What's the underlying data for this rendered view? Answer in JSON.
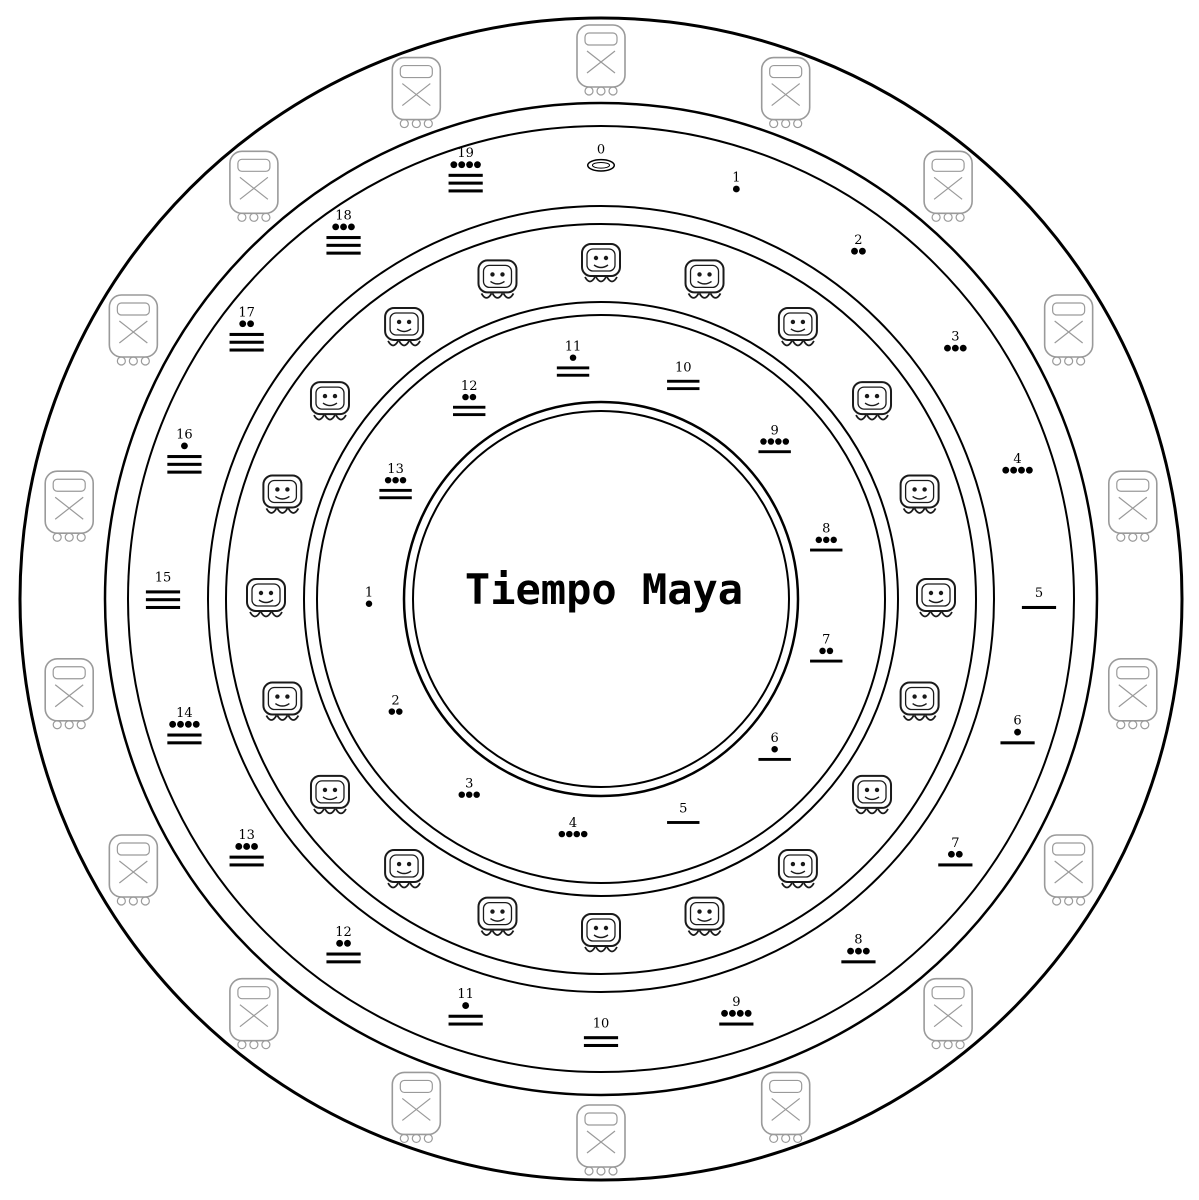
{
  "title": "Tiempo Maya",
  "rings": {
    "outer_glyph_count": 18,
    "winal_numbers": [
      "0",
      "1",
      "2",
      "3",
      "4",
      "5",
      "6",
      "7",
      "8",
      "9",
      "10",
      "11",
      "12",
      "13",
      "14",
      "15",
      "16",
      "17",
      "18",
      "19"
    ],
    "day_glyph_count": 20,
    "trecena_numbers": [
      "1",
      "2",
      "3",
      "4",
      "5",
      "6",
      "7",
      "8",
      "9",
      "10",
      "11",
      "12",
      "13"
    ]
  },
  "icons": {
    "outer_glyph": "haab-month-glyph-icon",
    "day_glyph": "tzolkin-day-glyph-icon",
    "zero": "shell-zero-icon",
    "dot": "dot-icon",
    "bar": "bar-icon"
  },
  "colors": {
    "ink": "#000000",
    "faded_glyph": "#9a9a9a",
    "day_glyph": "#1a1a1a",
    "background": "#ffffff"
  }
}
